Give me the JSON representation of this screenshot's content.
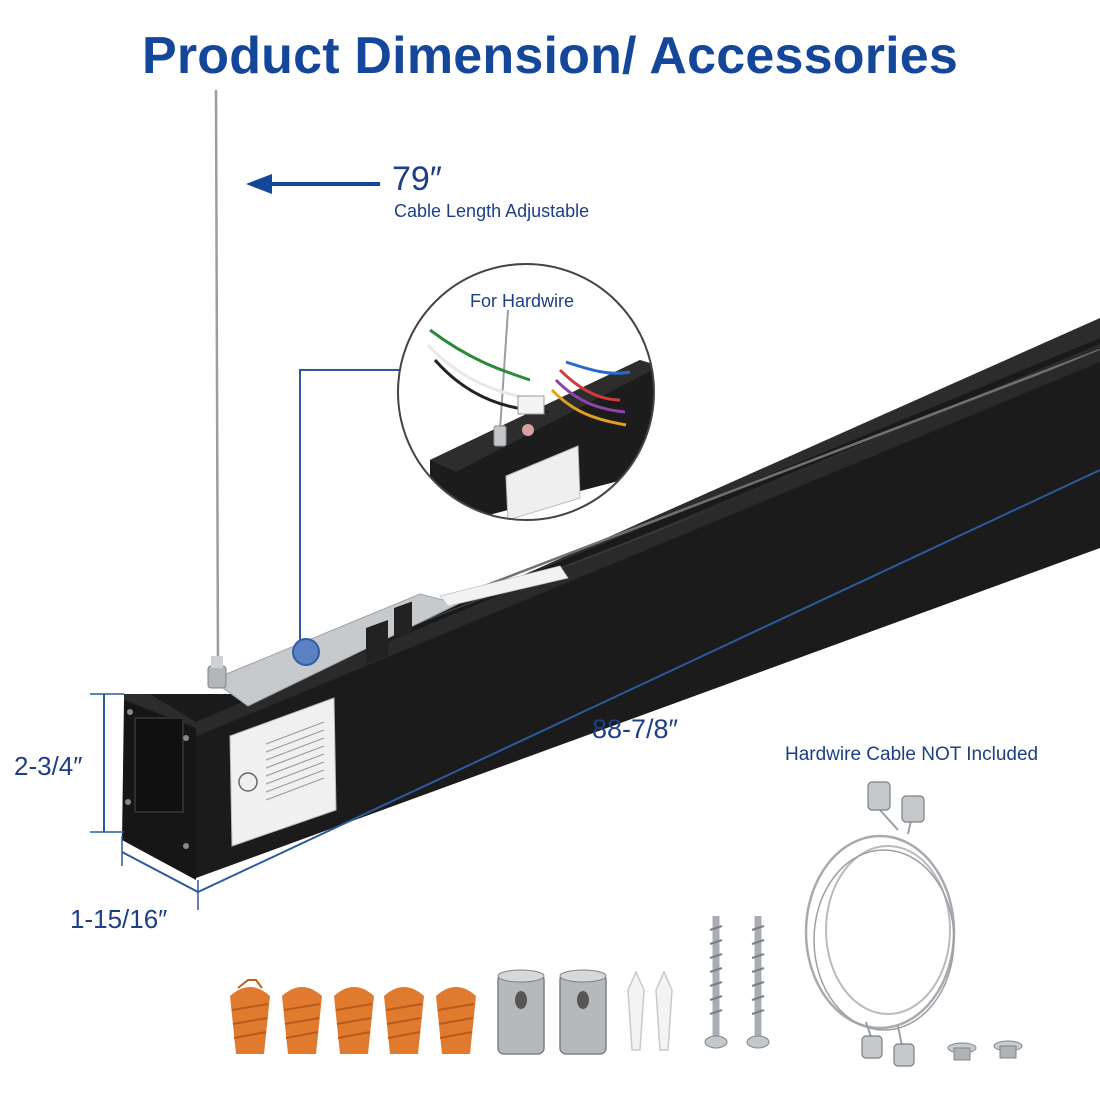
{
  "title": "Product Dimension/ Accessories",
  "cable": {
    "length": "79″",
    "caption": "Cable Length Adjustable"
  },
  "inset": {
    "label": "For Hardwire"
  },
  "dimensions": {
    "height": "2-3/4″",
    "length": "88-7/8″",
    "width": "1-15/16″"
  },
  "note": "Hardwire Cable NOT Included",
  "colors": {
    "accent": "#14479a",
    "fixture": "#1b1b1b",
    "wire_nut": "#e07a2e",
    "steel": "#b9bcbf"
  }
}
